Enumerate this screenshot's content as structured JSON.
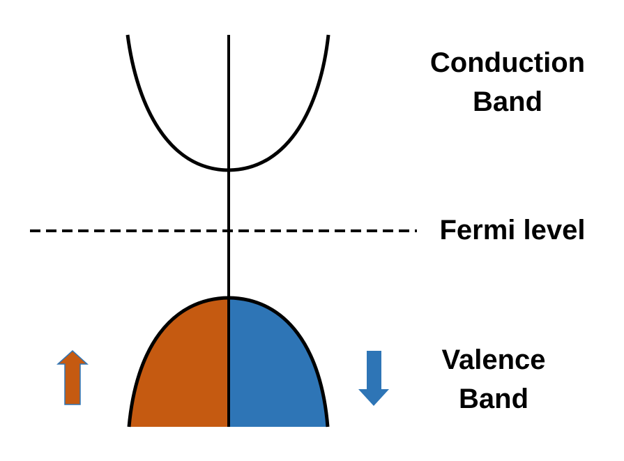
{
  "labels": {
    "conduction_band": [
      "Conduction",
      "Band"
    ],
    "fermi_level": "Fermi level",
    "valence_band": [
      "Valence",
      "Band"
    ]
  },
  "colors": {
    "spin_up": "#c55a11",
    "spin_down": "#2e75b6",
    "line": "#000000"
  },
  "icons": {
    "spin_up": "up-arrow",
    "spin_down": "down-arrow"
  }
}
